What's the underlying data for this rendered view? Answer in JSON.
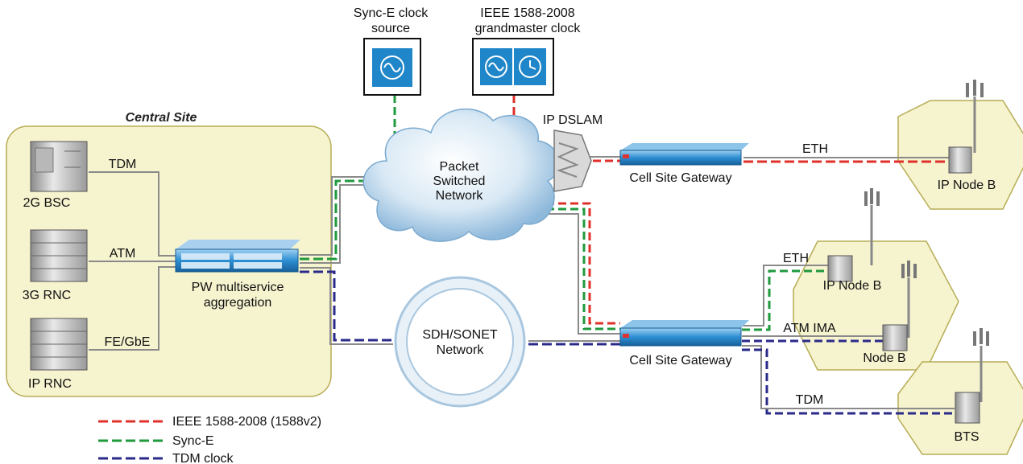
{
  "central_site": {
    "title": "Central Site"
  },
  "equipment": {
    "bsc": "2G BSC",
    "rnc3g": "3G RNC",
    "iprnc": "IP RNC",
    "pw_line1": "PW multiservice",
    "pw_line2": "aggregation"
  },
  "links": {
    "tdm": "TDM",
    "atm": "ATM",
    "fe": "FE/GbE",
    "eth_top": "ETH",
    "eth_mid": "ETH",
    "atm_ima": "ATM IMA",
    "tdm_bottom": "TDM"
  },
  "clocks": {
    "synce_line1": "Sync-E clock",
    "synce_line2": "source",
    "gm_line1": "IEEE 1588-2008",
    "gm_line2": "grandmaster clock"
  },
  "network": {
    "psn_line1": "Packet",
    "psn_line2": "Switched",
    "psn_line3": "Network",
    "sdh_line1": "SDH/SONET",
    "sdh_line2": "Network",
    "dslam": "IP DSLAM"
  },
  "cell_sites": {
    "csg_top": "Cell Site Gateway",
    "csg_bottom": "Cell Site Gateway",
    "ipnodeb_top": "IP Node B",
    "ipnodeb_mid": "IP Node B",
    "nodeb": "Node B",
    "bts": "BTS"
  },
  "legend": {
    "items": [
      {
        "label": "IEEE 1588-2008 (1588v2)",
        "color": "#e0302a"
      },
      {
        "label": "Sync-E",
        "color": "#1f9a3d"
      },
      {
        "label": "TDM clock",
        "color": "#2a2a8a"
      }
    ]
  },
  "colors": {
    "ieee1588": "#e0302a",
    "synce": "#1f9a3d",
    "tdm_clock": "#2a2a8a",
    "site_fill": "#f6f3cf",
    "device_blue": "#1f86c9"
  }
}
